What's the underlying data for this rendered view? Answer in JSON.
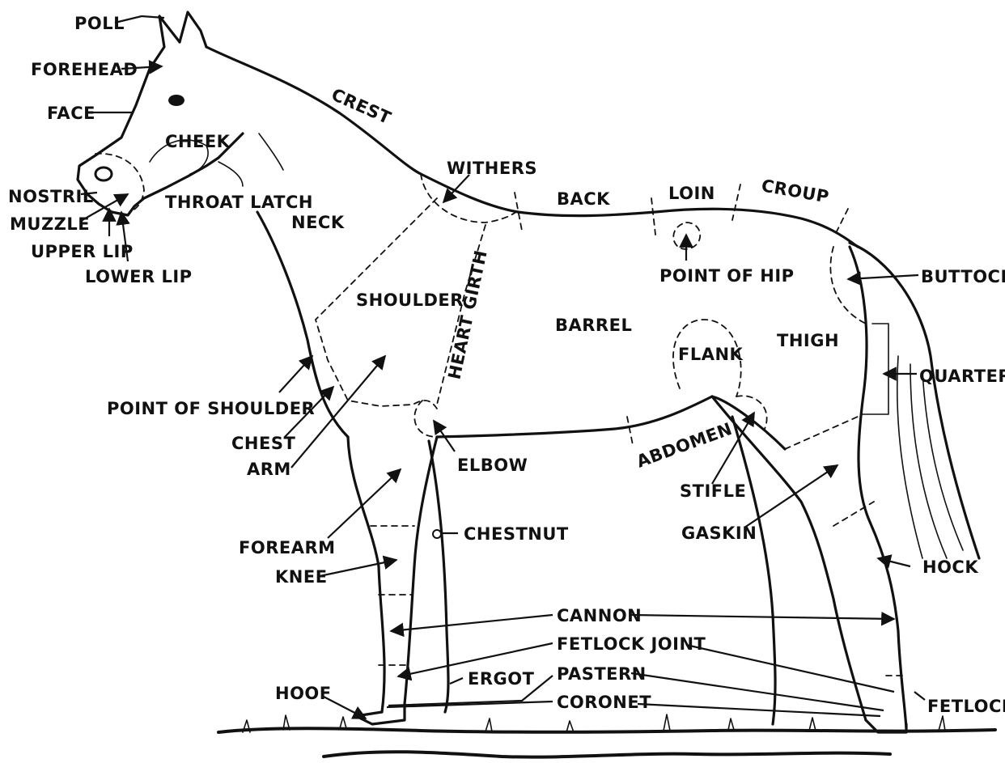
{
  "labels": {
    "poll": "POLL",
    "forehead": "FOREHEAD",
    "face": "FACE",
    "cheek": "CHEEK",
    "nostril": "NOSTRIL",
    "muzzle": "MUZZLE",
    "upper_lip": "UPPER LIP",
    "lower_lip": "LOWER LIP",
    "throat_latch": "THROAT LATCH",
    "neck": "NECK",
    "crest": "CREST",
    "withers": "WITHERS",
    "back": "BACK",
    "loin": "LOIN",
    "croup": "CROUP",
    "point_of_hip": "POINT OF HIP",
    "buttock": "BUTTOCK",
    "shoulder": "SHOULDER",
    "heart_girth": "HEART GIRTH",
    "barrel": "BARREL",
    "thigh": "THIGH",
    "flank": "FLANK",
    "quarter": "QUARTER",
    "point_of_shoulder": "POINT OF SHOULDER",
    "chest": "CHEST",
    "arm": "ARM",
    "elbow": "ELBOW",
    "abdomen": "ABDOMEN",
    "stifle": "STIFLE",
    "gaskin": "GASKIN",
    "forearm": "FOREARM",
    "chestnut": "CHESTNUT",
    "hock": "HOCK",
    "knee": "KNEE",
    "cannon": "CANNON",
    "fetlock_joint": "FETLOCK JOINT",
    "ergot": "ERGOT",
    "pastern": "PASTERN",
    "hoof": "HOOF",
    "coronet": "CORONET",
    "fetlock": "FETLOCK"
  }
}
